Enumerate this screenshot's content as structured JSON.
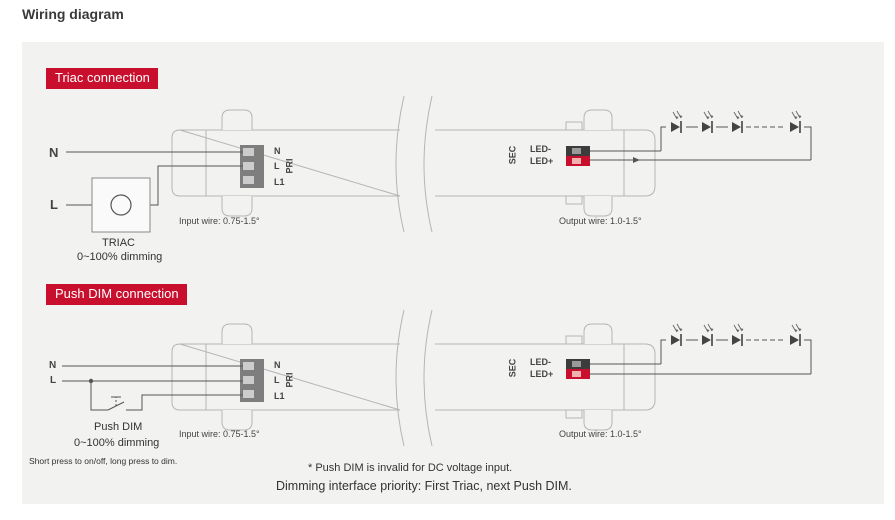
{
  "page_title": "Wiring diagram",
  "sections": {
    "triac": {
      "badge": "Triac connection",
      "n_label": "N",
      "l_label": "L",
      "device_label": "TRIAC",
      "device_sub": "0~100% dimming",
      "pri_terms": [
        "N",
        "L",
        "L1"
      ],
      "pri": "PRI",
      "sec": "SEC",
      "led_minus": "LED-",
      "led_plus": "LED+",
      "input_wire": "Input wire: 0.75-1.5°",
      "output_wire": "Output wire: 1.0-1.5°"
    },
    "push": {
      "badge": "Push DIM connection",
      "n_label": "N",
      "l_label": "L",
      "device_label": "Push DIM",
      "device_sub": "0~100% dimming",
      "note_short": "Short press to on/off, long press to dim.",
      "pri_terms": [
        "N",
        "L",
        "L1"
      ],
      "pri": "PRI",
      "sec": "SEC",
      "led_minus": "LED-",
      "led_plus": "LED+",
      "input_wire": "Input wire: 0.75-1.5°",
      "output_wire": "Output wire: 1.0-1.5°"
    }
  },
  "notes": {
    "dc_note": "* Push DIM is invalid for DC voltage input.",
    "priority": "Dimming interface priority: First Triac, next Push DIM."
  },
  "colors": {
    "accent": "#c8102e",
    "line": "#555555",
    "outline": "#b0b0b0",
    "terminal": "#8a8a8a"
  }
}
